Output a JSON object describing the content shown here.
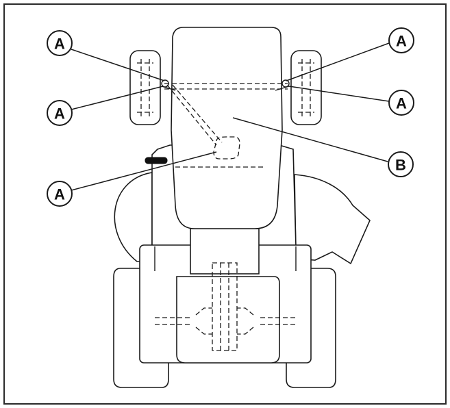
{
  "callouts": {
    "a1": "A",
    "a2": "A",
    "a3": "A",
    "a4": "A",
    "a5": "A",
    "b": "B"
  },
  "colors": {
    "line": "#1a1a1a",
    "frame": "#2a2a2a",
    "background": "#ffffff"
  }
}
